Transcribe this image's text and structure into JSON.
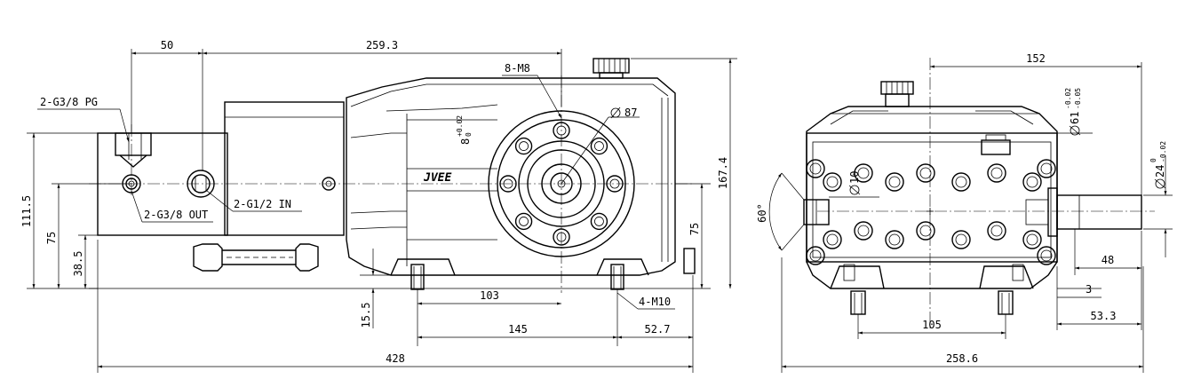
{
  "side_view": {
    "dims": {
      "d50": "50",
      "d259_3": "259.3",
      "d8m8": "8-M8",
      "d87": "87",
      "d8": "8",
      "d8tol_up": "+0.02",
      "d8tol_lo": "0",
      "d167_4": "167.4",
      "d111_5": "111.5",
      "d75_left": "75",
      "d38_5": "38.5",
      "d15_5": "15.5",
      "d103": "103",
      "d145": "145",
      "d52_7": "52.7",
      "d4m10": "4-M10",
      "d428": "428",
      "d75_right": "75"
    },
    "ports": {
      "pg": "2-G3/8 PG",
      "out": "2-G3/8 OUT",
      "inlet": "2-G1/2 IN"
    },
    "logo": "JVEE"
  },
  "front_view": {
    "dims": {
      "d152": "152",
      "d61": "61",
      "d61tol_up": "-0.02",
      "d61tol_lo": "-0.05",
      "d10": "10",
      "d60deg": "60°",
      "d24": "24",
      "d24tol_up": "0",
      "d24tol_lo": "-0.02",
      "d48": "48",
      "d3": "3",
      "d53_3": "53.3",
      "d105": "105",
      "d258_6": "258.6"
    }
  }
}
